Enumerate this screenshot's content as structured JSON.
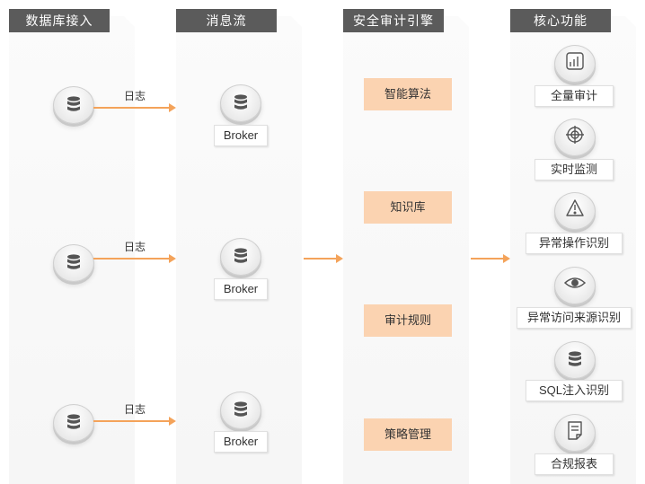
{
  "columns": {
    "db_access": {
      "title": "数据库接入"
    },
    "message_stream": {
      "title": "消息流"
    },
    "audit_engine": {
      "title": "安全审计引擎"
    },
    "core_functions": {
      "title": "核心功能"
    }
  },
  "db_sources": [
    {
      "arrow_label": "日志",
      "icon": "database-icon"
    },
    {
      "arrow_label": "日志",
      "icon": "database-icon"
    },
    {
      "arrow_label": "日志",
      "icon": "database-icon"
    }
  ],
  "brokers": [
    {
      "label": "Broker",
      "icon": "database-icon"
    },
    {
      "label": "Broker",
      "icon": "database-icon"
    },
    {
      "label": "Broker",
      "icon": "database-icon"
    }
  ],
  "engine_modules": [
    {
      "label": "智能算法"
    },
    {
      "label": "知识库"
    },
    {
      "label": "审计规则"
    },
    {
      "label": "策略管理"
    }
  ],
  "functions": [
    {
      "label": "全量审计",
      "icon": "bar-chart-icon"
    },
    {
      "label": "实时监测",
      "icon": "target-icon"
    },
    {
      "label": "异常操作识别",
      "icon": "warning-icon"
    },
    {
      "label": "异常访问来源识别",
      "icon": "eye-icon"
    },
    {
      "label": "SQL注入识别",
      "icon": "database-icon"
    },
    {
      "label": "合规报表",
      "icon": "document-icon"
    }
  ],
  "colors": {
    "arrow": "#f4a35a",
    "engine_box": "#fbd3b1",
    "title_bar": "#5b5b5b",
    "icon": "#555555"
  }
}
